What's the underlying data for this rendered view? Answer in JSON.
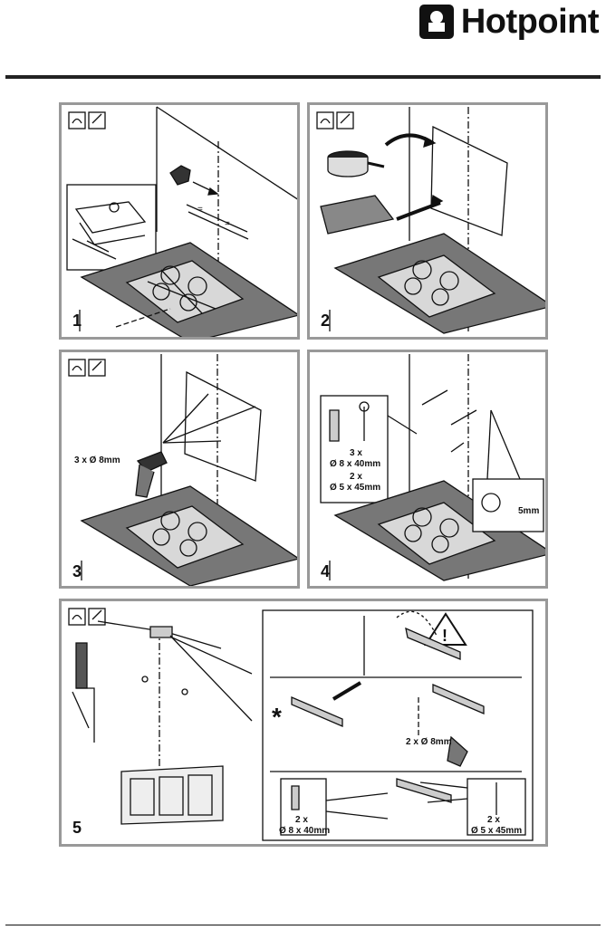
{
  "brand": {
    "name": "Hotpoint"
  },
  "steps": [
    {
      "number": "1"
    },
    {
      "number": "2"
    },
    {
      "number": "3",
      "drill_label": "3 x Ø 8mm"
    },
    {
      "number": "4",
      "kit_qty_a": "3 x",
      "kit_size_a": "Ø 8 x 40mm",
      "kit_qty_b": "2 x",
      "kit_size_b": "Ø 5 x 45mm",
      "depth": "5mm"
    },
    {
      "number": "5",
      "drill_label": "2 x Ø 8mm",
      "left_qty": "2 x",
      "left_size": "Ø 8 x 40mm",
      "right_qty": "2 x",
      "right_size": "Ø 5 x 45mm",
      "asterisk": "*",
      "warning_glyph": "!"
    }
  ]
}
